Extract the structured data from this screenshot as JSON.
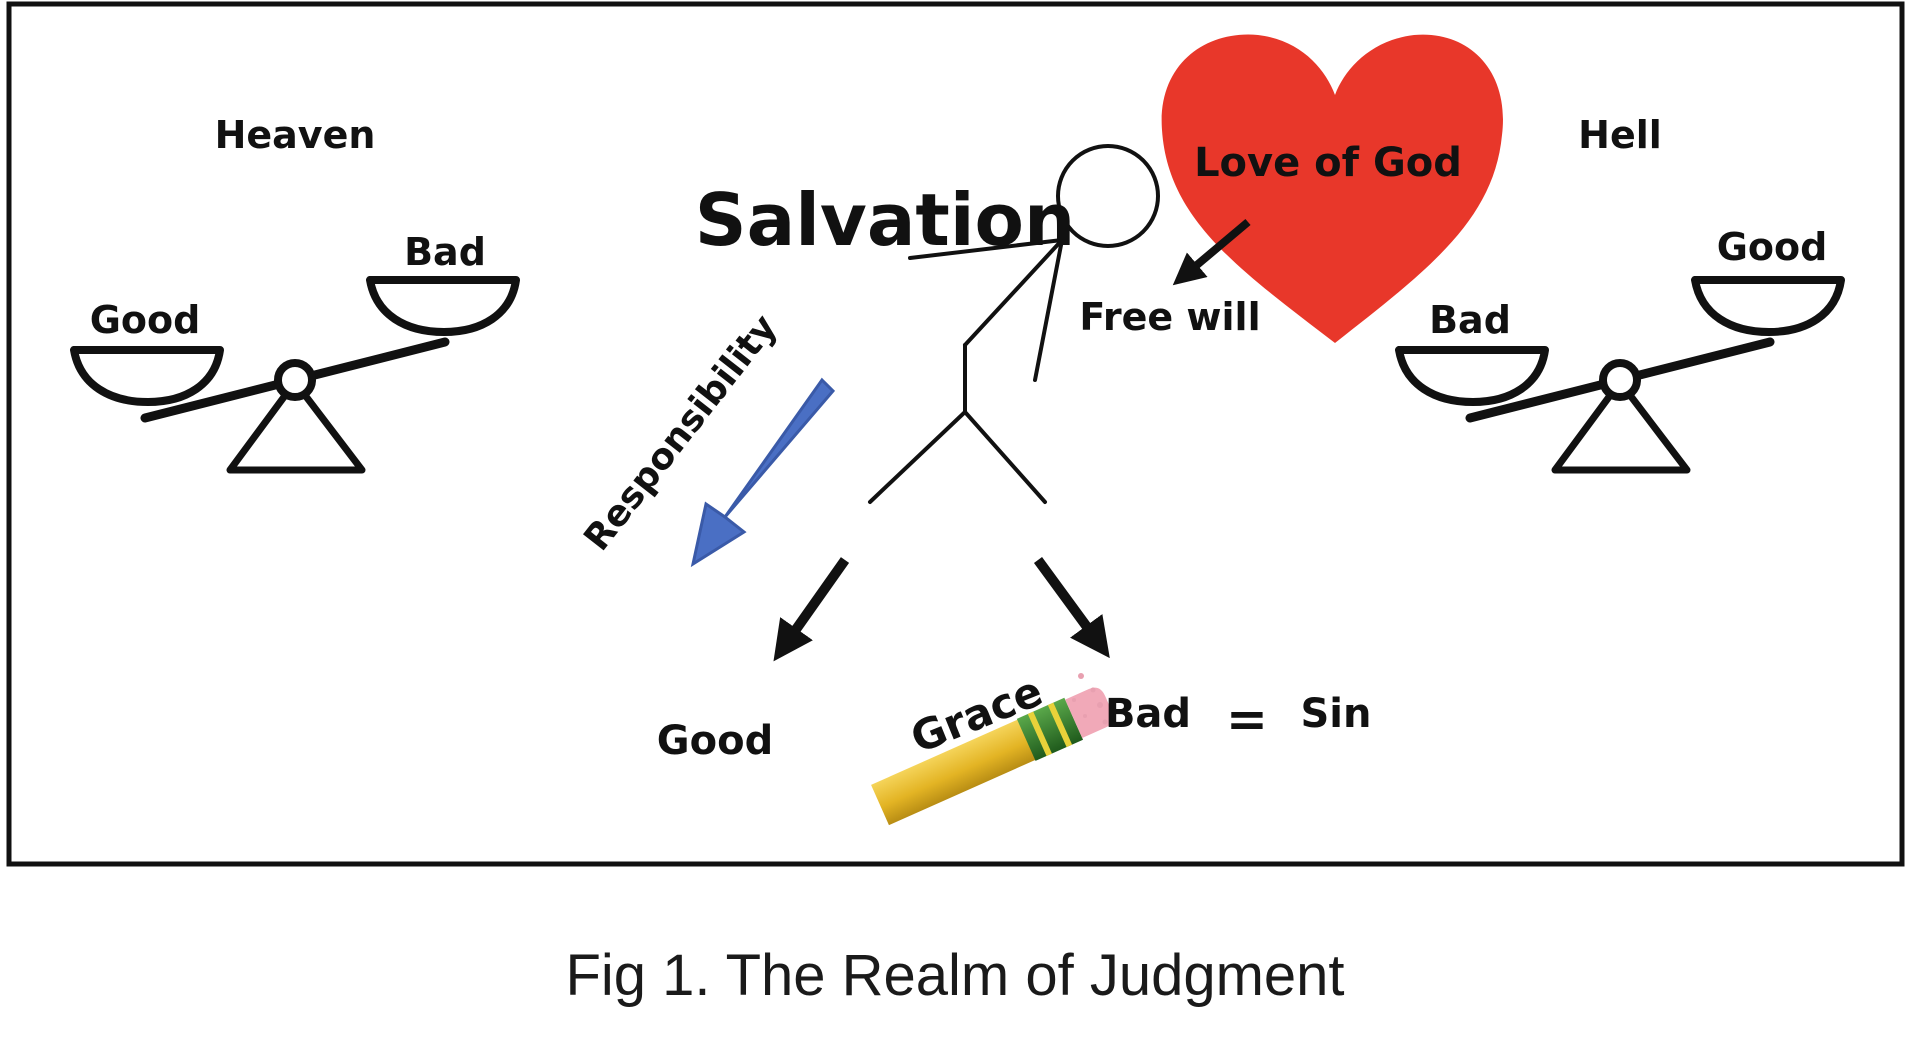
{
  "figure": {
    "caption": "Fig 1. The Realm of Judgment"
  },
  "left_scale": {
    "title": "Heaven",
    "low_pan_label": "Good",
    "high_pan_label": "Bad"
  },
  "right_scale": {
    "title": "Hell",
    "low_pan_label": "Bad",
    "high_pan_label": "Good"
  },
  "center": {
    "salvation": "Salvation",
    "love_of_god": "Love of God",
    "free_will": "Free will",
    "responsibility": "Responsibility",
    "good": "Good",
    "grace": "Grace",
    "bad": "Bad",
    "equals": "=",
    "sin": "Sin"
  },
  "colors": {
    "heart": "#e8372a",
    "responsibility_arrow": "#4a6fc4",
    "pencil_body": "#e6b829",
    "pencil_ferrule": "#2f7a2a",
    "eraser": "#f1a9b8",
    "ink": "#111111"
  }
}
